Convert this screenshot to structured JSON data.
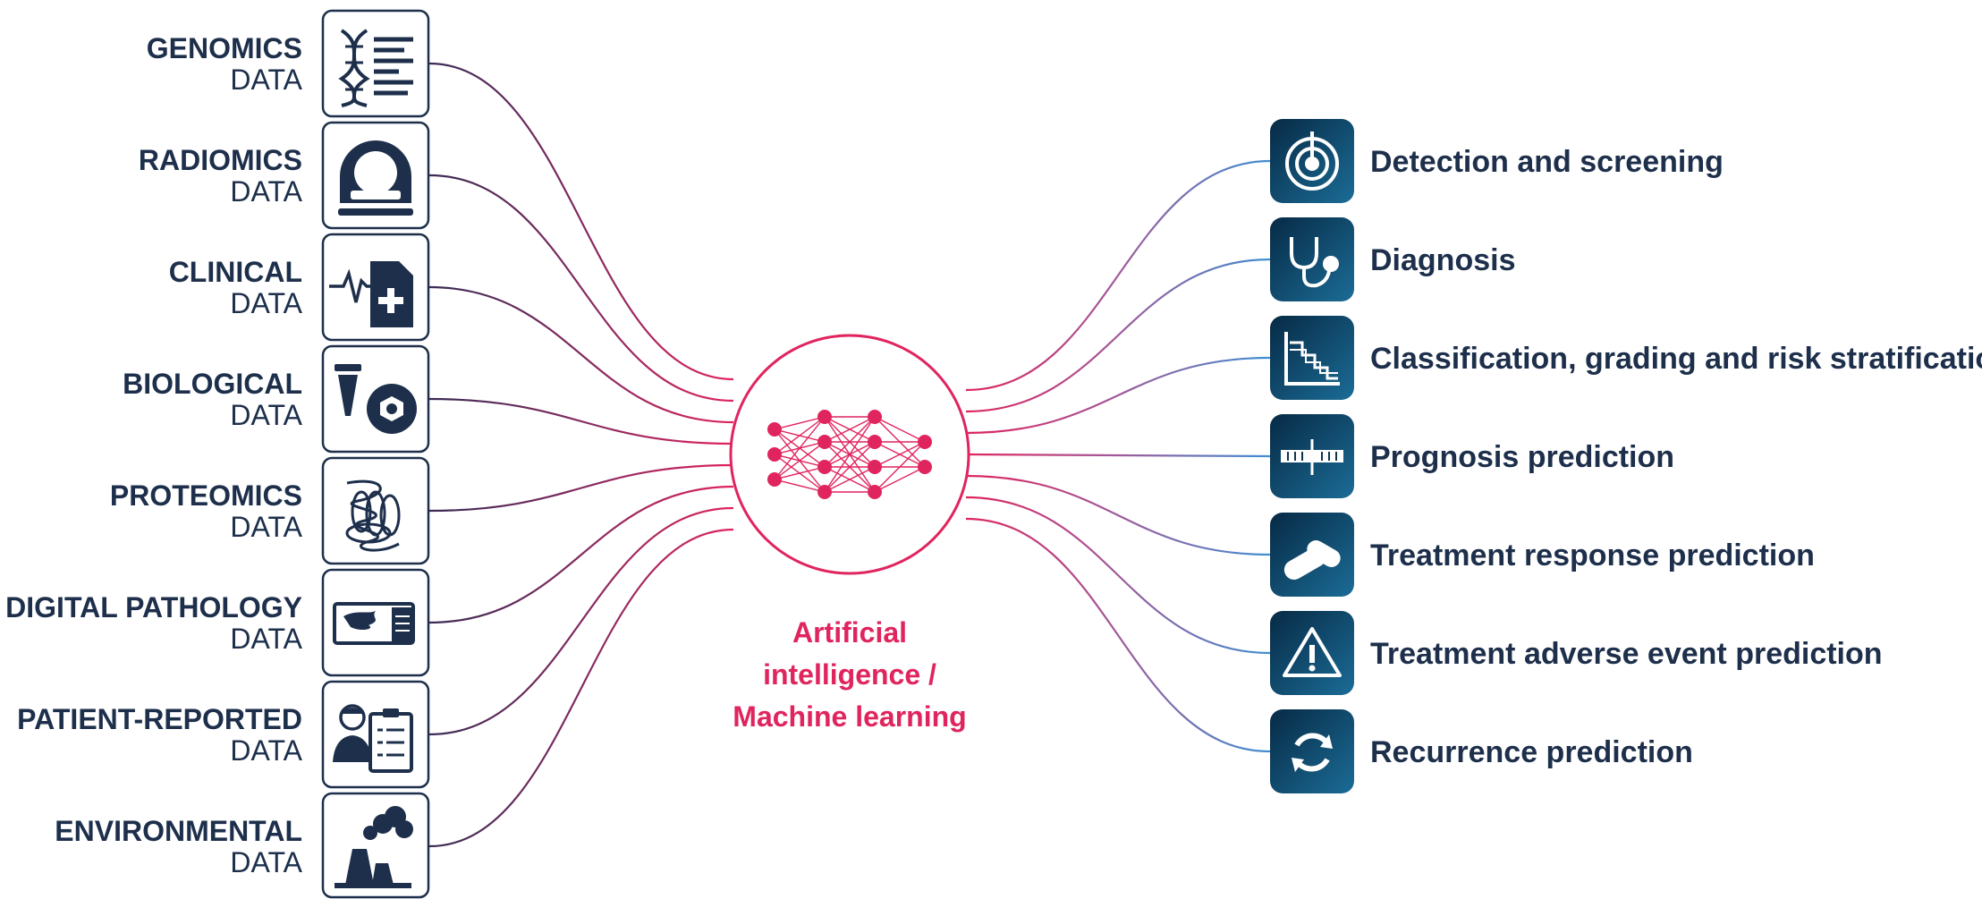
{
  "colors": {
    "navy": "#1d2f4b",
    "accent": "#e0245e",
    "blue": "#3f8fd2",
    "tile_dark": "#0c3550",
    "tile_light": "#1b6c97"
  },
  "inputs": [
    {
      "title": "GENOMICS",
      "sub": "DATA",
      "icon": "dna-sequence-icon"
    },
    {
      "title": "RADIOMICS",
      "sub": "DATA",
      "icon": "ct-scanner-icon"
    },
    {
      "title": "CLINICAL",
      "sub": "DATA",
      "icon": "medical-record-icon"
    },
    {
      "title": "BIOLOGICAL",
      "sub": "DATA",
      "icon": "test-tube-icon"
    },
    {
      "title": "PROTEOMICS",
      "sub": "DATA",
      "icon": "protein-structure-icon"
    },
    {
      "title": "DIGITAL PATHOLOGY",
      "sub": "DATA",
      "icon": "slide-scan-icon"
    },
    {
      "title": "PATIENT-REPORTED",
      "sub": "DATA",
      "icon": "patient-questionnaire-icon"
    },
    {
      "title": "ENVIRONMENTAL",
      "sub": "DATA",
      "icon": "factory-pollution-icon"
    }
  ],
  "hub": {
    "lines": [
      "Artificial",
      "intelligence /",
      "Machine learning"
    ],
    "icon": "neural-network-icon"
  },
  "outputs": [
    {
      "label": "Detection and screening",
      "icon": "target-screening-icon"
    },
    {
      "label": "Diagnosis",
      "icon": "stethoscope-icon"
    },
    {
      "label": "Classification, grading and risk stratification",
      "icon": "staircase-chart-icon"
    },
    {
      "label": "Prognosis prediction",
      "icon": "timeline-icon"
    },
    {
      "label": "Treatment response prediction",
      "icon": "pill-icon"
    },
    {
      "label": "Treatment adverse event prediction",
      "icon": "warning-icon"
    },
    {
      "label": "Recurrence prediction",
      "icon": "recurrence-arrows-icon"
    }
  ]
}
